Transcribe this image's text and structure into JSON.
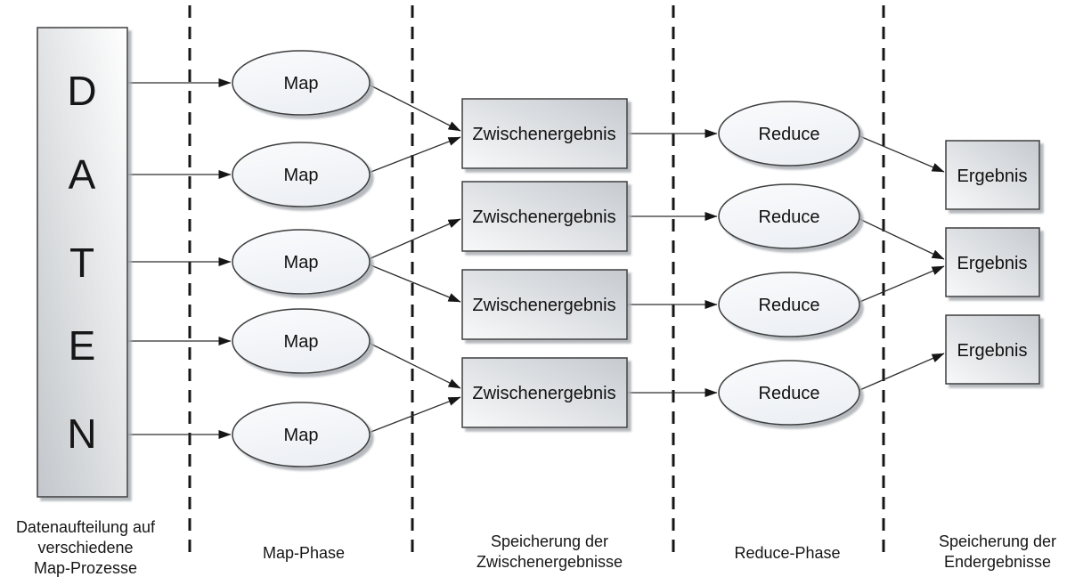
{
  "source_box": {
    "letters": [
      "D",
      "A",
      "T",
      "E",
      "N"
    ]
  },
  "map_nodes": {
    "labels": [
      "Map",
      "Map",
      "Map",
      "Map",
      "Map"
    ]
  },
  "intermediate_boxes": {
    "labels": [
      "Zwischenergebnis",
      "Zwischenergebnis",
      "Zwischenergebnis",
      "Zwischenergebnis"
    ]
  },
  "reduce_nodes": {
    "labels": [
      "Reduce",
      "Reduce",
      "Reduce",
      "Reduce"
    ]
  },
  "result_boxes": {
    "labels": [
      "Ergebnis",
      "Ergebnis",
      "Ergebnis"
    ]
  },
  "phases": {
    "data_split": {
      "lines": [
        "Datenaufteilung auf",
        "verschiedene",
        "Map-Prozesse"
      ]
    },
    "map_phase": {
      "label": "Map-Phase"
    },
    "intermediate_storage": {
      "lines": [
        "Speicherung der",
        "Zwischenergebnisse"
      ]
    },
    "reduce_phase": {
      "label": "Reduce-Phase"
    },
    "final_storage": {
      "lines": [
        "Speicherung der",
        "Endergebnisse"
      ]
    }
  },
  "colors": {
    "background": "#ffffff",
    "shape_stroke": "#3c3c3c",
    "connector": "#2e2e2e",
    "separator": "#161616",
    "text": "#161616",
    "box_gradient_light": "#f8f9fa",
    "box_gradient_dark": "#c6cacf",
    "tall_box_gradient_dark": "#c3c7cb",
    "tall_box_gradient_light": "#ffffff",
    "ellipse_fill_light": "#fafbfd",
    "ellipse_fill_dark": "#edf0f4",
    "shadow": "#a9adb2"
  }
}
